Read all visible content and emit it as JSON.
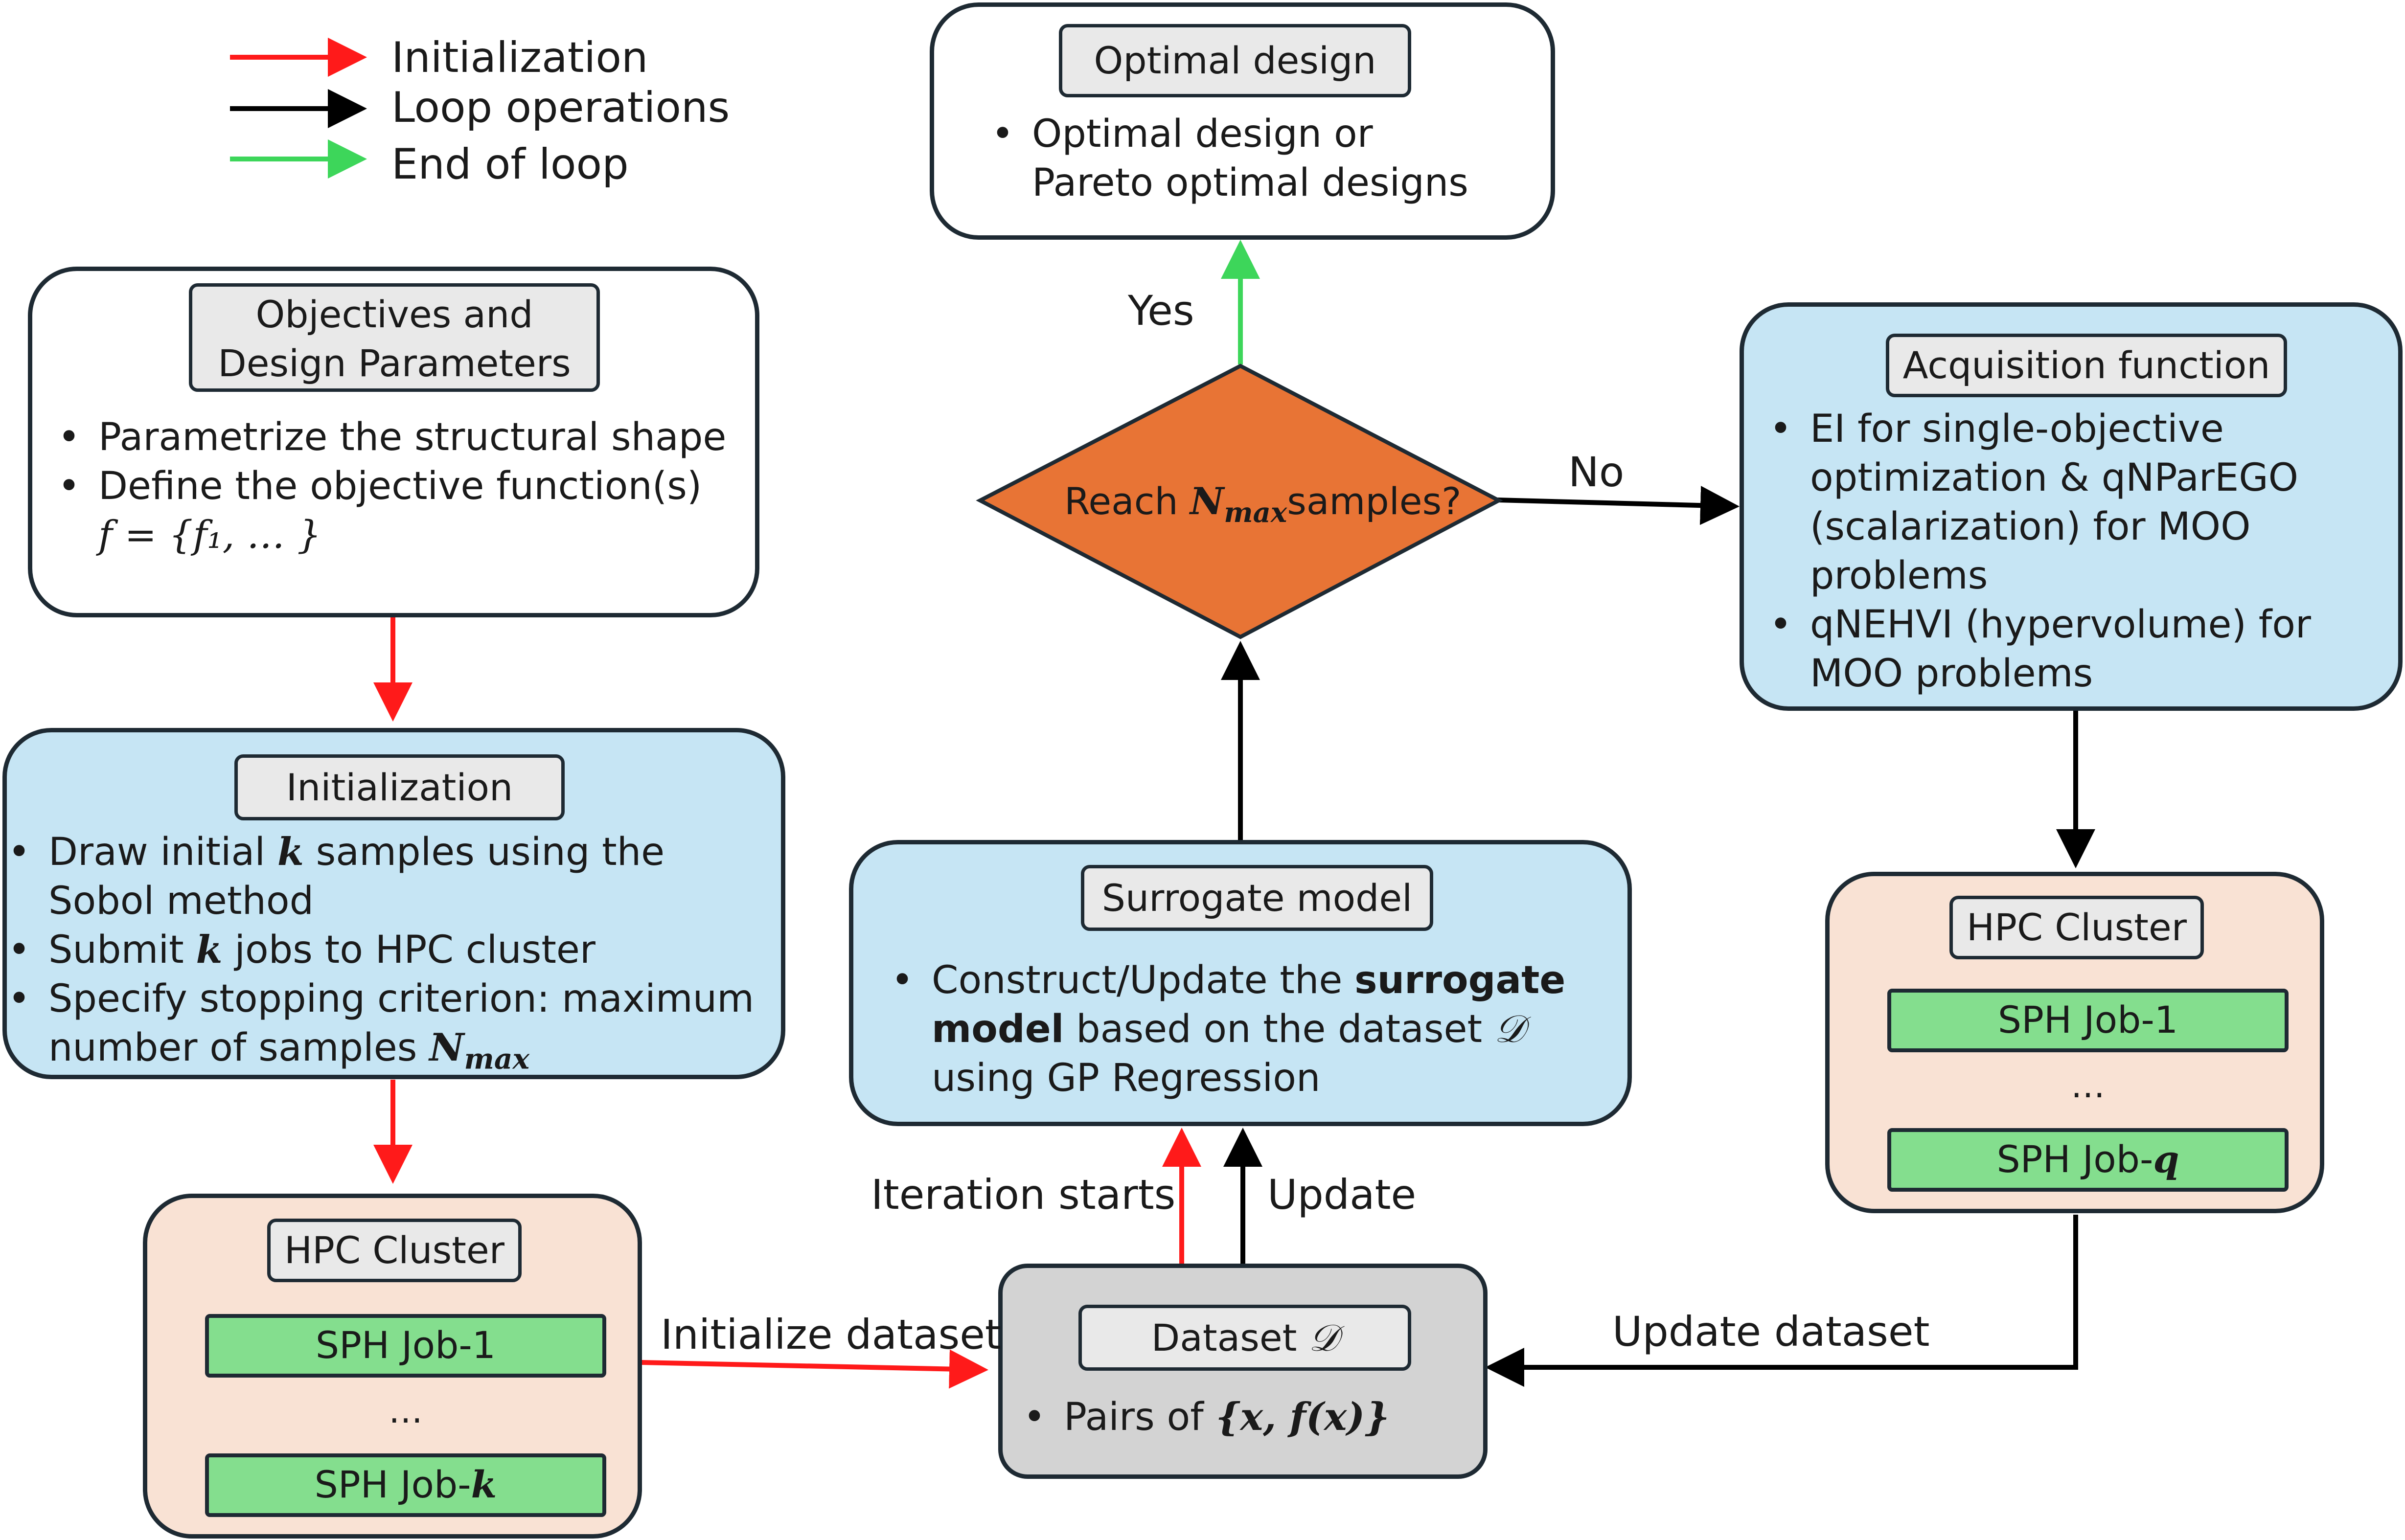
{
  "legend": {
    "initialization": "Initialization",
    "loop": "Loop operations",
    "end": "End of loop"
  },
  "objectives": {
    "title_line1": "Objectives and",
    "title_line2": "Design Parameters",
    "bullet1": "Parametrize the structural shape",
    "bullet2": "Define the objective function(s)",
    "formula": "f = {f₁, … }"
  },
  "initialization": {
    "title": "Initialization",
    "b1_pre": "Draw initial ",
    "b1_var": "k",
    "b1_post": " samples using the",
    "b1_line2": "Sobol method",
    "b2_pre": "Submit ",
    "b2_var": "k",
    "b2_post": " jobs to HPC cluster",
    "b3_line1": "Specify stopping criterion: maximum",
    "b3_line2": "number of samples ",
    "b3_var": "N",
    "b3_sub": "max"
  },
  "hpc_left": {
    "title": "HPC Cluster",
    "job1": "SPH Job-1",
    "dots": "…",
    "jobk_pre": "SPH Job-",
    "jobk_var": "k"
  },
  "dataset": {
    "title_pre": "Dataset ",
    "title_var": "𝒟",
    "bullet_pre": "Pairs of ",
    "bullet_formula": "{x, f(x)}"
  },
  "surrogate": {
    "title": "Surrogate model",
    "l1_pre": "Construct/Update the ",
    "l1_bold": "surrogate",
    "l2_bold": "model",
    "l2_post": " based on the dataset ",
    "l2_var": "𝒟",
    "l3": "using GP Regression"
  },
  "decision": {
    "pre": "Reach ",
    "var": "N",
    "sub": "max",
    "post": "samples?"
  },
  "optimal": {
    "title": "Optimal design",
    "line1": "Optimal design or",
    "line2": "Pareto optimal designs"
  },
  "acquisition": {
    "title": "Acquisition function",
    "b1_l1": "EI for single-objective",
    "b1_l2": "optimization & qNParEGO",
    "b1_l3": "(scalarization) for MOO",
    "b1_l4": "problems",
    "b2_l1": "qNEHVI (hypervolume) for",
    "b2_l2": "MOO problems"
  },
  "hpc_right": {
    "title": "HPC Cluster",
    "job1": "SPH Job-1",
    "dots": "…",
    "jobq_pre": "SPH Job-",
    "jobq_var": "q"
  },
  "edge_labels": {
    "yes": "Yes",
    "no": "No",
    "iteration_starts": "Iteration starts",
    "update": "Update",
    "initialize_dataset": "Initialize dataset",
    "update_dataset": "Update dataset"
  },
  "colors": {
    "init_arrow": "#ff1a1a",
    "loop_arrow": "#000000",
    "end_arrow": "#3dd65a",
    "diamond": "#e87435",
    "blue_box": "#c6e5f4",
    "peach_box": "#f9e2d4",
    "job": "#84de8e",
    "dataset_box": "#d3d3d3"
  }
}
